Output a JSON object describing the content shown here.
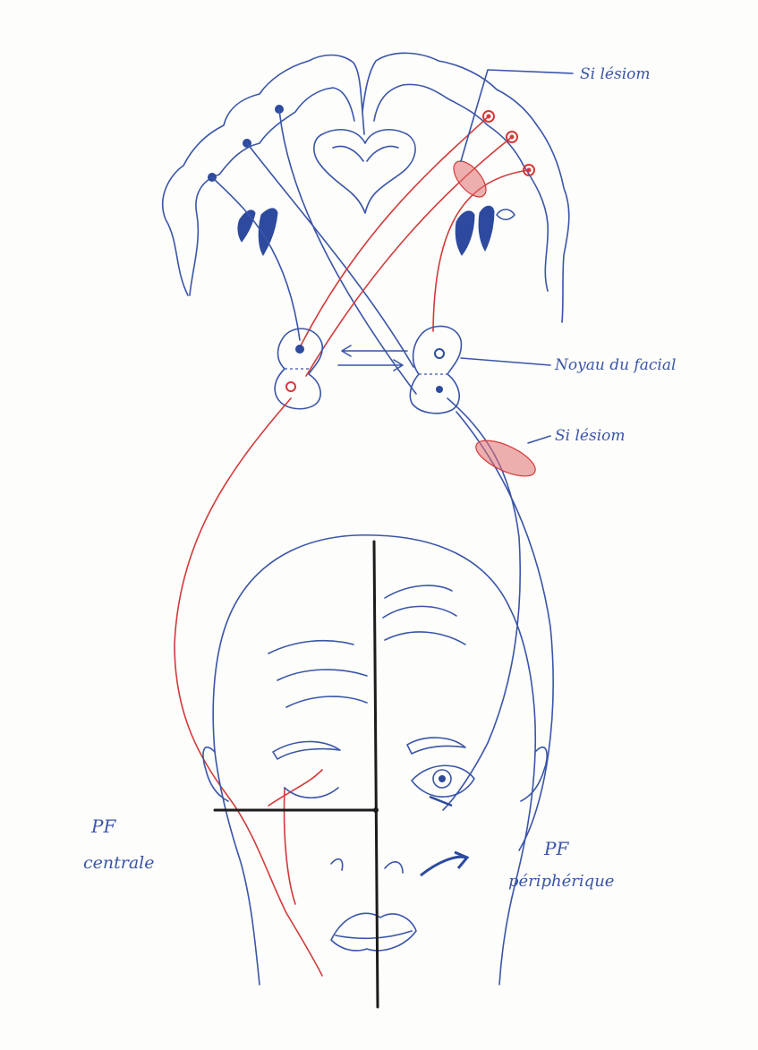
{
  "labels": {
    "lesion_top": "Si lésiom",
    "noyau": "Noyau du facial",
    "lesion_mid": "Si lésiom",
    "pf_central_1": "PF",
    "pf_central_2": "centrale",
    "pf_periph_1": "PF",
    "pf_periph_2": "périphérique"
  },
  "colors": {
    "ink_blue": "#3a55a8",
    "ink_red": "#d23a3a",
    "ink_black": "#1c1c1c",
    "lesion_fill": "#e07070"
  }
}
